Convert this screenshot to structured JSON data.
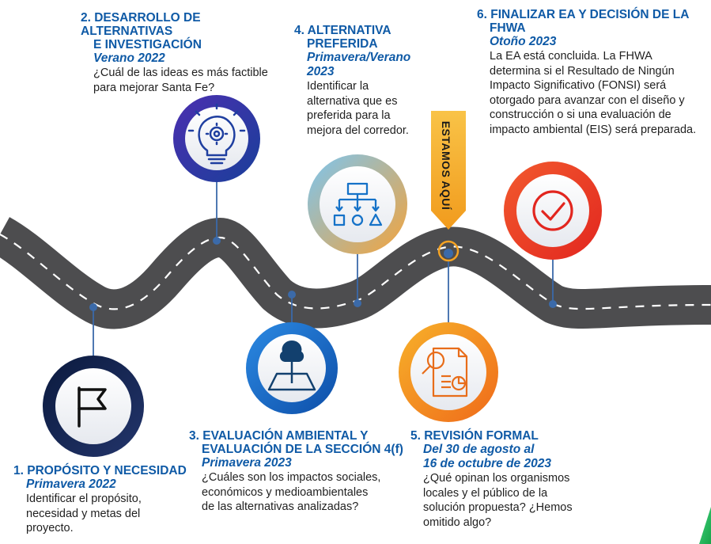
{
  "marker": {
    "label": "ESTAMOS AQUÍ"
  },
  "steps": [
    {
      "title": "1. PROPÓSITO Y NECESIDAD",
      "date": "Primavera 2022",
      "desc": [
        "Identificar el propósito,",
        "necesidad y metas del",
        "proyecto."
      ],
      "icon": "flag-icon"
    },
    {
      "title": [
        "2. DESARROLLO DE ALTERNATIVAS",
        "E INVESTIGACIÓN"
      ],
      "date": "Verano 2022",
      "desc": [
        "¿Cuál de las ideas es más factible",
        "para mejorar Santa Fe?"
      ],
      "icon": "lightbulb-gear-icon"
    },
    {
      "title": [
        "3. EVALUACIÓN AMBIENTAL Y",
        "EVALUACIÓN DE LA SECCIÓN 4(f)"
      ],
      "date": "Primavera 2023",
      "desc": [
        "¿Cuáles son los impactos sociales,",
        "económicos y medioambientales",
        "de las alternativas analizadas?"
      ],
      "icon": "tree-landscape-icon"
    },
    {
      "title": [
        "4. ALTERNATIVA",
        "PREFERIDA"
      ],
      "date": [
        "Primavera/Verano",
        "2023"
      ],
      "desc": [
        "Identificar la",
        "alternativa que es",
        "preferida para la",
        "mejora del corredor."
      ],
      "icon": "flowchart-icon"
    },
    {
      "title": "5. REVISIÓN FORMAL",
      "date": [
        "Del 30 de agosto al",
        "16 de octubre de 2023"
      ],
      "desc": [
        "¿Qué opinan los organismos",
        "locales y el público de la",
        "solución propuesta? ¿Hemos",
        "omitido algo?"
      ],
      "icon": "document-magnifier-icon"
    },
    {
      "title": [
        "6. FINALIZAR EA Y DECISIÓN DE LA",
        "FHWA"
      ],
      "date": "Otoño 2023",
      "desc": [
        "La EA está concluida. La FHWA",
        "determina si el Resultado de Ningún",
        "Impacto Significativo (FONSI) será",
        "otorgado para avanzar con el diseño y",
        "construcción o si una evaluación de",
        "impacto ambiental (EIS) será preparada."
      ],
      "icon": "checkmark-icon"
    }
  ],
  "colors": {
    "road": "#4d4d4f",
    "title_blue": "#0f5aa6",
    "navy": "#0e1f4d",
    "blue": "#1d6fd0",
    "light_blue": "#4aa8ec",
    "orange": "#f5a323",
    "red": "#ea3b30",
    "green": "#2bbb5d"
  }
}
